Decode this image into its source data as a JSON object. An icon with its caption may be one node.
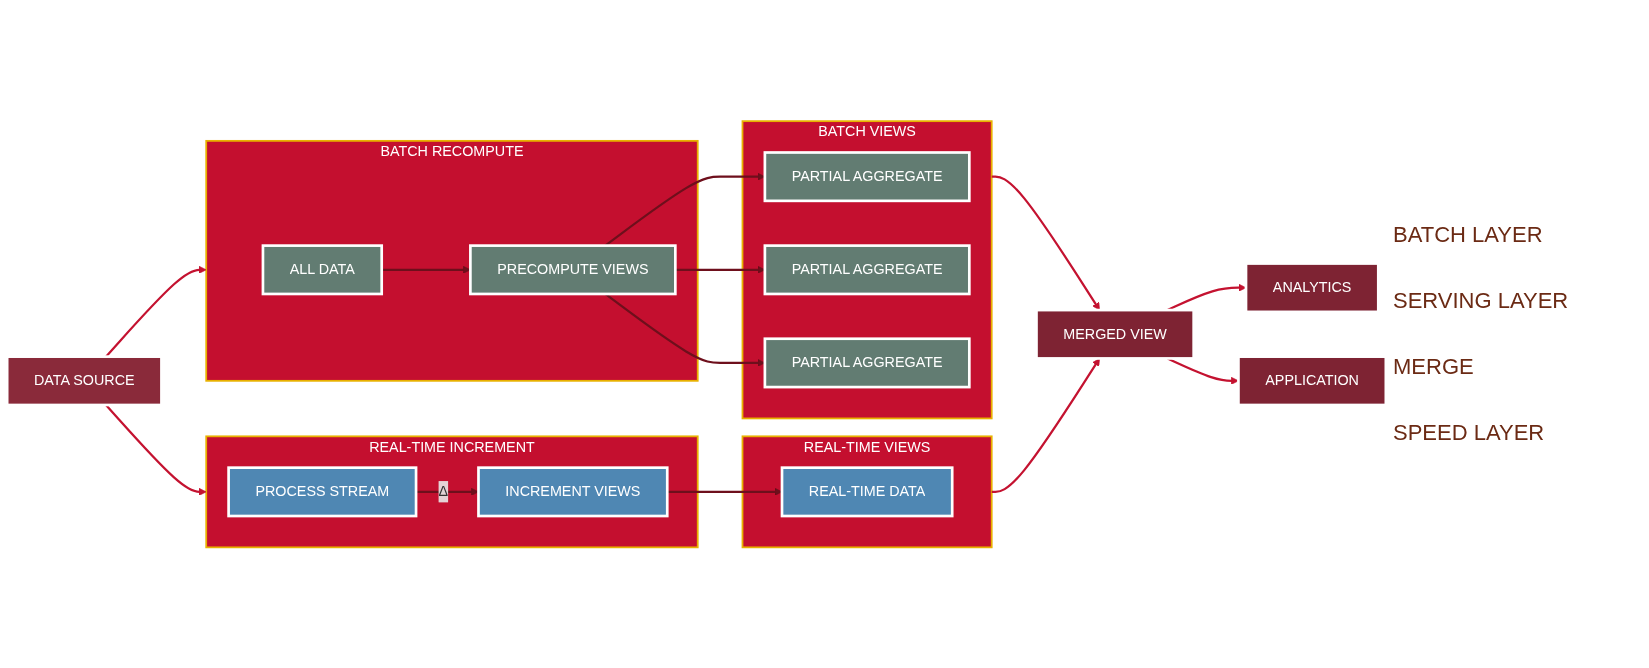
{
  "diagram": {
    "nodes": [
      {
        "text": [
          "DATA SOURCE"
        ]
      },
      {
        "text": [
          "BATCH RECOMPUTE"
        ]
      },
      {
        "text": [
          "ALL DATA"
        ],
        "in": 1
      },
      {
        "text": [
          "PRECOMPUTE VIEWS"
        ],
        "in": 1
      },
      {
        "text": [
          "BATCH VIEWS"
        ]
      },
      {
        "text": [
          "PARTIAL AGGREGATE"
        ],
        "in": 4
      },
      {
        "text": [
          "PARTIAL AGGREGATE"
        ],
        "in": 4
      },
      {
        "text": [
          "PARTIAL AGGREGATE"
        ],
        "in": 4
      },
      {
        "text": [
          "REAL-TIME VIEWS"
        ]
      },
      {
        "text": [
          "REAL-TIME DATA"
        ],
        "in": 8
      },
      {
        "text": [
          "REAL-TIME INCREMENT"
        ]
      },
      {
        "text": [
          "PROCESS STREAM"
        ],
        "in": 10
      },
      {
        "text": [
          "INCREMENT VIEWS"
        ],
        "in": 10
      },
      {
        "text": [
          "MERGED VIEW"
        ]
      },
      {
        "text": [
          "ANALYTICS"
        ]
      },
      {
        "text": [
          "APPLICATION"
        ]
      }
    ],
    "edges": [
      {
        "from": 0,
        "to": 1,
        "arrow": "to"
      },
      {
        "from": 0,
        "to": 10,
        "arrow": "to"
      },
      {
        "from": 2,
        "to": 3,
        "arrow": "to",
        "color": "#6e0f1c"
      },
      {
        "from": 3,
        "to": 5,
        "arrow": "to",
        "color": "#6e0f1c"
      },
      {
        "from": 3,
        "to": 6,
        "arrow": "to",
        "color": "#6e0f1c"
      },
      {
        "from": 3,
        "to": 7,
        "arrow": "to",
        "color": "#6e0f1c"
      },
      {
        "from": 11,
        "to": 12,
        "arrow": "to",
        "label": "Δ",
        "color": "#6e0f1c"
      },
      {
        "from": 12,
        "to": 9,
        "arrow": "to",
        "color": "#6e0f1c"
      },
      {
        "from": 4,
        "to": 13,
        "arrow": "to"
      },
      {
        "from": 8,
        "to": 13,
        "arrow": "to"
      },
      {
        "from": 13,
        "to": 14,
        "arrow": "to"
      },
      {
        "from": 13,
        "to": 15,
        "arrow": "to"
      }
    ],
    "labels": [
      "BATCH LAYER",
      "SERVING LAYER",
      "MERGE",
      "SPEED LAYER"
    ]
  }
}
